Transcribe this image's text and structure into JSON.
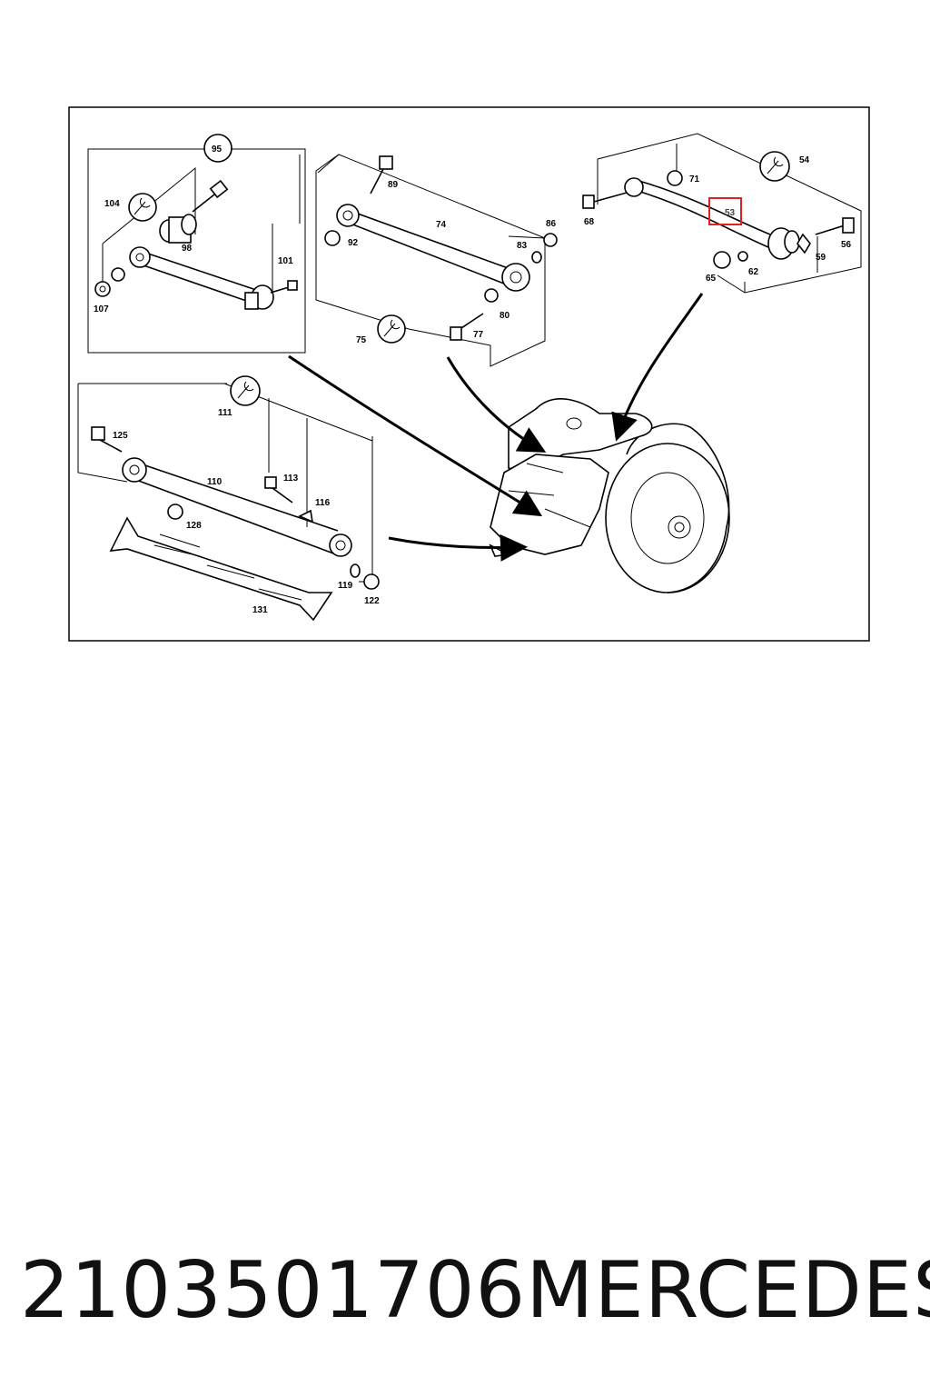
{
  "part_number": "2103501706",
  "brand": "MERCEDES",
  "highlight_color": "#e02020",
  "callouts": {
    "c95": "95",
    "c104": "104",
    "c98": "98",
    "c101": "101",
    "c107": "107",
    "c89": "89",
    "c74": "74",
    "c86": "86",
    "c92": "92",
    "c83": "83",
    "c80": "80",
    "c77": "77",
    "c75": "75",
    "c71": "71",
    "c54": "54",
    "c68": "68",
    "c53": "53",
    "c56": "56",
    "c59": "59",
    "c65": "65",
    "c62": "62",
    "c125": "125",
    "c111": "111",
    "c110": "110",
    "c113": "113",
    "c116": "116",
    "c128": "128",
    "c119": "119",
    "c122": "122",
    "c131": "131"
  }
}
